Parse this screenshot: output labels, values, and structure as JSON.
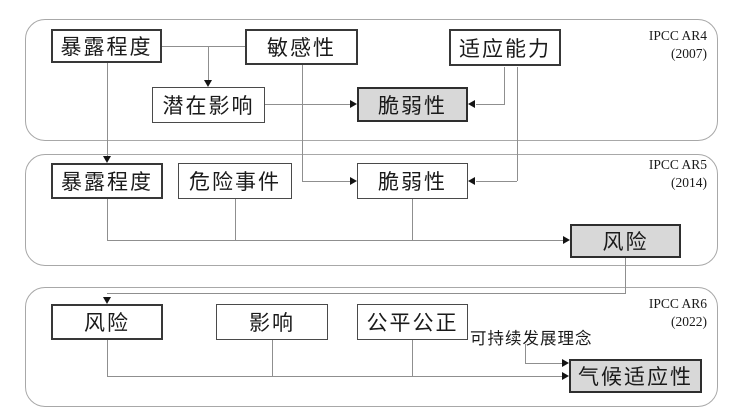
{
  "title": "IPCC assessment framework evolution diagram",
  "colors": {
    "gray_box_fill": "#d8d8d8",
    "box_border": "#383838",
    "panel_border": "#a8a8a8",
    "connector_line": "#8f8f8f",
    "arrowhead": "#141414",
    "background": "#ffffff"
  },
  "panels": [
    {
      "label": "IPCC AR4",
      "year": "(2007)"
    },
    {
      "label": "IPCC AR5",
      "year": "(2014)"
    },
    {
      "label": "IPCC AR6",
      "year": "(2022)"
    }
  ],
  "nodes": {
    "ar4_exposure": "暴露程度",
    "ar4_sensitivity": "敏感性",
    "ar4_adaptive_capacity": "适应能力",
    "ar4_potential_impact": "潜在影响",
    "ar4_vulnerability": "脆弱性",
    "ar5_exposure": "暴露程度",
    "ar5_hazard_event": "危险事件",
    "ar5_vulnerability": "脆弱性",
    "ar5_risk": "风险",
    "ar6_risk": "风险",
    "ar6_impact": "影响",
    "ar6_equity": "公平公正",
    "ar6_sustainable_dev": "可持续发展理念",
    "ar6_climate_resilience": "气候适应性"
  }
}
